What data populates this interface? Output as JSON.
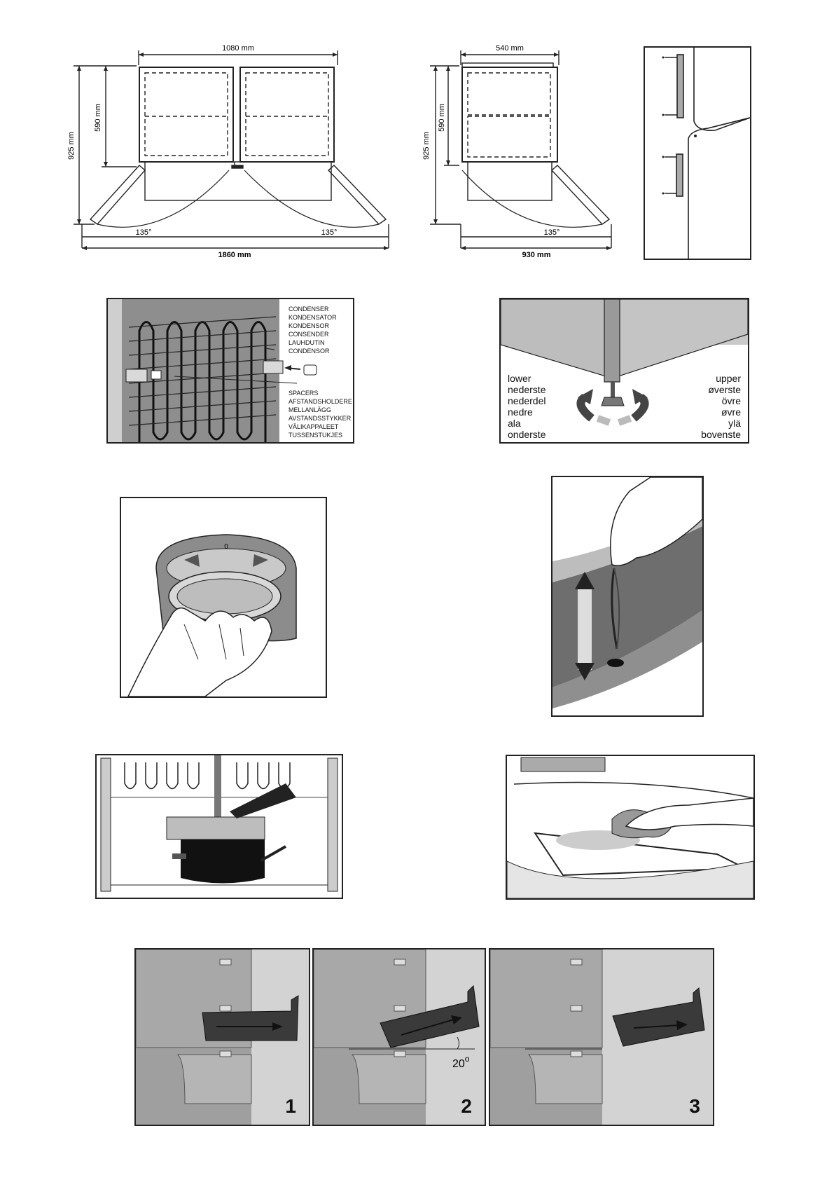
{
  "fig1": {
    "width_label": "1080 mm",
    "height_label": "925 mm",
    "depth_label": "590 mm",
    "angle_left": "135°",
    "angle_right": "135°",
    "total_label": "1860 mm"
  },
  "fig2": {
    "width_label": "540 mm",
    "height_label": "925 mm",
    "depth_label": "590 mm",
    "angle": "135°",
    "total_label": "930 mm"
  },
  "condenser": {
    "condenser_labels": [
      "CONDENSER",
      "KONDENSATOR",
      "KONDENSOR",
      "CONSENDER",
      "LAUHDUTIN",
      "CONDENSOR"
    ],
    "spacer_labels": [
      "SPACERS",
      "AFSTANDSHOLDERE",
      "MELLANLÄGG",
      "AVSTANDSSTYKKER",
      "VÄLIKAPPALEET",
      "TUSSENSTUKJES"
    ]
  },
  "leveling": {
    "lower": [
      "lower",
      "nederste",
      "nederdel",
      "nedre",
      "ala",
      "onderste"
    ],
    "upper": [
      "upper",
      "øverste",
      "övre",
      "øvre",
      "ylä",
      "bovenste"
    ]
  },
  "thermostat": {
    "mark": "0"
  },
  "drawer_steps": {
    "angle": "20",
    "angle_unit": "o",
    "steps": [
      "1",
      "2",
      "3"
    ]
  }
}
